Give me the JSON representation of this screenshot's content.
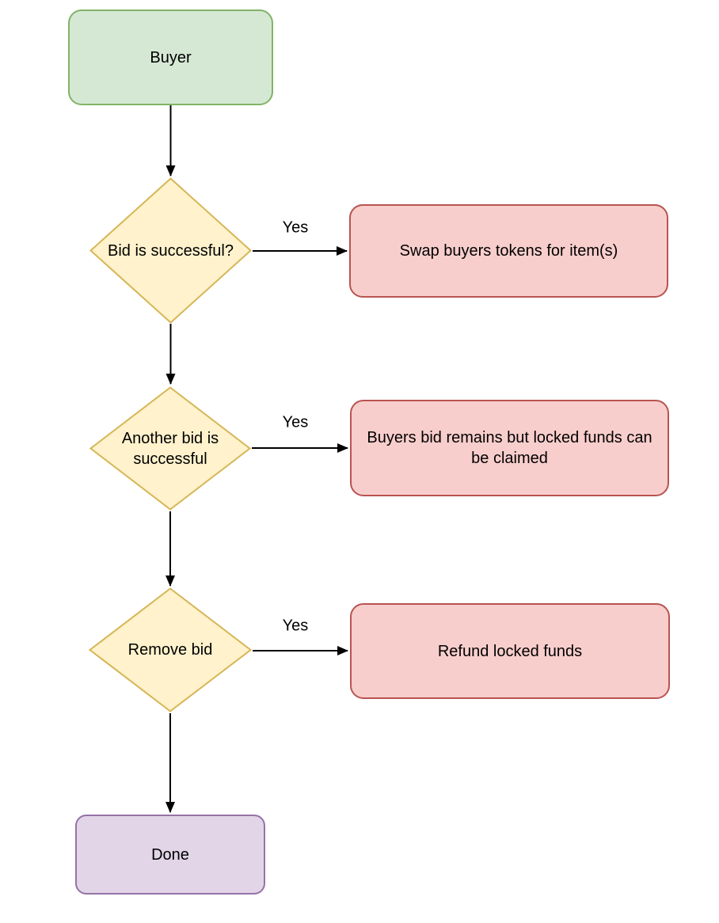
{
  "diagram": {
    "background_color": "#ffffff",
    "edge_color": "#000000",
    "text_color": "#000000"
  },
  "nodes": {
    "buyer": {
      "label": "Buyer",
      "shape": "rounded-rect",
      "fill": "#d5e8d4",
      "stroke": "#82b366"
    },
    "bid_successful": {
      "label": "Bid is successful?",
      "shape": "diamond",
      "fill": "#fff2cc",
      "stroke": "#d6b656"
    },
    "swap_tokens": {
      "label": "Swap buyers tokens for item(s)",
      "shape": "rounded-rect",
      "fill": "#f8cecc",
      "stroke": "#b85450"
    },
    "another_bid": {
      "label": "Another bid is successful",
      "shape": "diamond",
      "fill": "#fff2cc",
      "stroke": "#d6b656"
    },
    "bid_remains": {
      "label": "Buyers bid remains but locked funds can be claimed",
      "shape": "rounded-rect",
      "fill": "#f8cecc",
      "stroke": "#b85450"
    },
    "remove_bid": {
      "label": "Remove bid",
      "shape": "diamond",
      "fill": "#fff2cc",
      "stroke": "#d6b656"
    },
    "refund": {
      "label": "Refund locked funds",
      "shape": "rounded-rect",
      "fill": "#f8cecc",
      "stroke": "#b85450"
    },
    "done": {
      "label": "Done",
      "shape": "rounded-rect",
      "fill": "#e1d5e7",
      "stroke": "#9673a6"
    }
  },
  "edges": [
    {
      "from": "buyer",
      "to": "bid_successful",
      "label": ""
    },
    {
      "from": "bid_successful",
      "to": "swap_tokens",
      "label": "Yes"
    },
    {
      "from": "bid_successful",
      "to": "another_bid",
      "label": ""
    },
    {
      "from": "another_bid",
      "to": "bid_remains",
      "label": "Yes"
    },
    {
      "from": "another_bid",
      "to": "remove_bid",
      "label": ""
    },
    {
      "from": "remove_bid",
      "to": "refund",
      "label": "Yes"
    },
    {
      "from": "remove_bid",
      "to": "done",
      "label": ""
    }
  ]
}
